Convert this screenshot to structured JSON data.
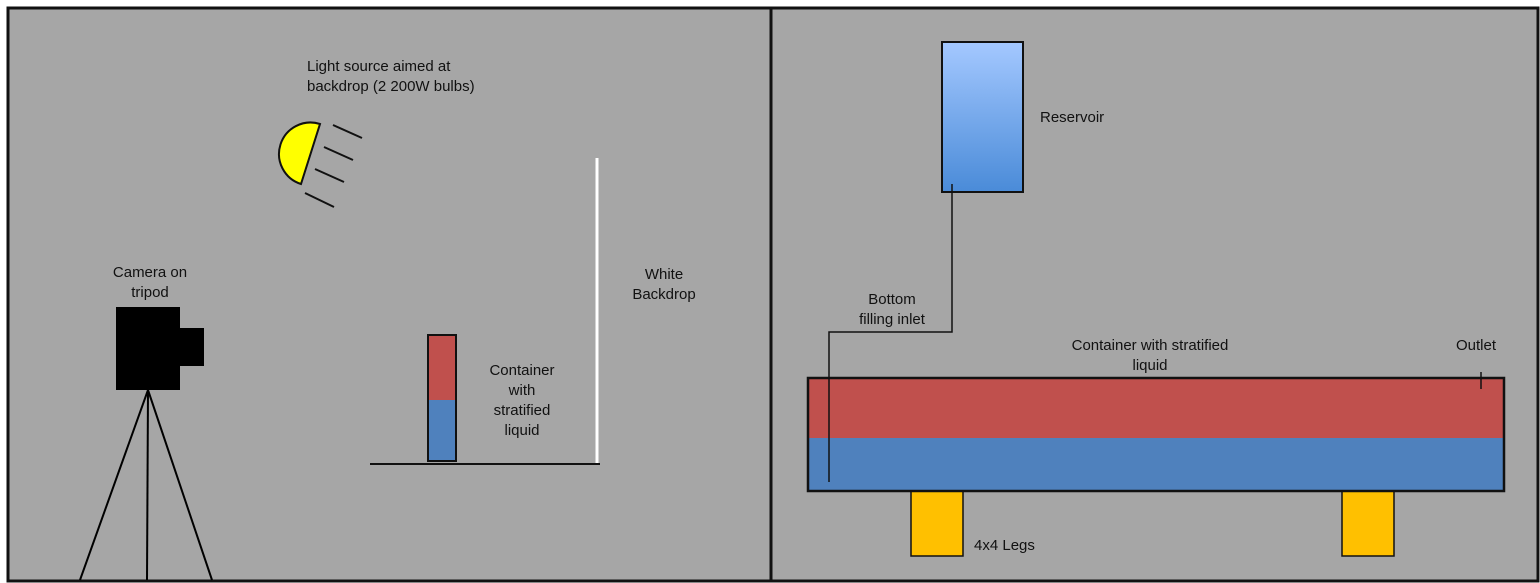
{
  "colors": {
    "background": "#a6a6a6",
    "border": "#111111",
    "liquid_top": "#c0504d",
    "liquid_bottom": "#4f81bd",
    "bulb": "#ffff00",
    "legs": "#ffc000",
    "reservoir_light": "#a4c8ff",
    "reservoir_dark": "#4a8bd8",
    "backdrop": "#ffffff"
  },
  "left_panel": {
    "light_source_label": "Light source aimed at\nbackdrop (2 200W bulbs)",
    "camera_label": "Camera on\ntripod",
    "backdrop_label": "White\nBackdrop",
    "container_label": "Container\nwith\nstratified\nliquid",
    "icons": [
      "light-bulb-icon",
      "camera-icon",
      "tripod-icon"
    ]
  },
  "right_panel": {
    "reservoir_label": "Reservoir",
    "inlet_label": "Bottom\nfilling inlet",
    "container_label": "Container with stratified\nliquid",
    "outlet_label": "Outlet",
    "legs_label": "4x4 Legs"
  }
}
